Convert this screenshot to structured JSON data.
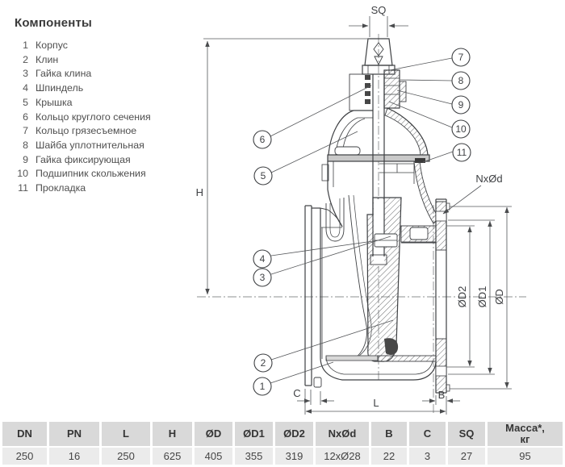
{
  "components": {
    "title": "Компоненты",
    "items": [
      {
        "num": "1",
        "label": "Корпус"
      },
      {
        "num": "2",
        "label": "Клин"
      },
      {
        "num": "3",
        "label": "Гайка клина"
      },
      {
        "num": "4",
        "label": "Шпиндель"
      },
      {
        "num": "5",
        "label": "Крышка"
      },
      {
        "num": "6",
        "label": "Кольцо круглого сечения"
      },
      {
        "num": "7",
        "label": "Кольцо грязесъемное"
      },
      {
        "num": "8",
        "label": "Шайба уплотнительная"
      },
      {
        "num": "9",
        "label": "Гайка фиксирующая"
      },
      {
        "num": "10",
        "label": "Подшипник скольжения"
      },
      {
        "num": "11",
        "label": "Прокладка"
      }
    ]
  },
  "drawing": {
    "dims": {
      "sq": "SQ",
      "h": "H",
      "nxod": "NxØd",
      "od": "ØD",
      "od1": "ØD1",
      "od2": "ØD2",
      "c": "C",
      "l": "L",
      "b": "B"
    },
    "callouts": [
      "1",
      "2",
      "3",
      "4",
      "5",
      "6",
      "7",
      "8",
      "9",
      "10",
      "11"
    ]
  },
  "table": {
    "headers": [
      "DN",
      "PN",
      "L",
      "H",
      "ØD",
      "ØD1",
      "ØD2",
      "NxØd",
      "B",
      "C",
      "SQ",
      "Масса*,\nкг"
    ],
    "row": [
      "250",
      "16",
      "250",
      "625",
      "405",
      "355",
      "319",
      "12xØ28",
      "22",
      "3",
      "27",
      "95"
    ]
  },
  "colors": {
    "line": "#3e4043",
    "table_header_bg": "#d9d9d9",
    "table_row_bg": "#ebebeb"
  }
}
